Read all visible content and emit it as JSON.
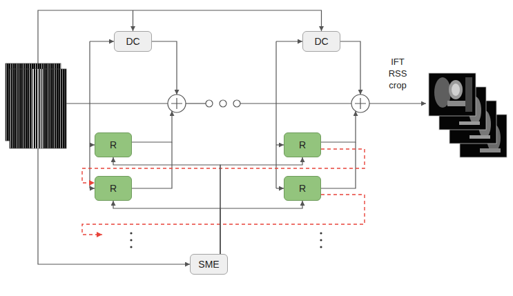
{
  "diagram": {
    "nodes": [
      {
        "text": [
          "DC"
        ]
      },
      {
        "text": [
          "DC"
        ]
      },
      {
        "text": [
          "R"
        ]
      },
      {
        "text": [
          "R"
        ]
      },
      {
        "text": [
          "R"
        ]
      },
      {
        "text": [
          "R"
        ]
      },
      {
        "text": [
          "SME"
        ]
      }
    ],
    "edges": [
      {
        "from": 3,
        "to": 4,
        "arrow": "to"
      },
      {
        "from": 6,
        "to": 2,
        "arrow": "to"
      },
      {
        "from": 6,
        "to": 3,
        "arrow": "to"
      },
      {
        "from": 6,
        "to": 4,
        "arrow": "to"
      },
      {
        "from": 6,
        "to": 5,
        "arrow": "to"
      }
    ],
    "labels": [
      "IFT",
      "RSS",
      "crop"
    ]
  }
}
